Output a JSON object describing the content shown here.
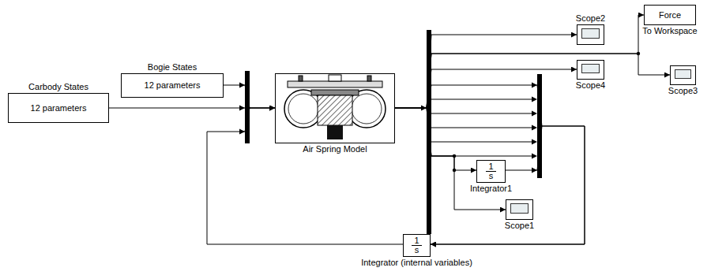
{
  "diagram": {
    "nodes": [
      {
        "text": [
          "Bogie States",
          "12 parameters"
        ]
      },
      {
        "text": [
          "Carbody States",
          "12 parameters"
        ]
      },
      {
        "text": [
          "Air Spring Model"
        ]
      },
      {
        "text": [
          "Scope2"
        ]
      },
      {
        "text": [
          "Force",
          "To Workspace"
        ]
      },
      {
        "text": [
          "Scope4"
        ]
      },
      {
        "text": [
          "Scope3"
        ]
      },
      {
        "text": [
          "1",
          "s",
          "Integrator1"
        ]
      },
      {
        "text": [
          "Scope1"
        ]
      },
      {
        "text": [
          "1",
          "s",
          "Integrator (internal variables)"
        ]
      }
    ],
    "edges": [
      {
        "from": 0,
        "to": 2,
        "arrow": "to"
      },
      {
        "from": 1,
        "to": 2,
        "arrow": "to"
      },
      {
        "from": 9,
        "to": 2,
        "arrow": "to"
      },
      {
        "from": 2,
        "to": 3,
        "arrow": "to"
      },
      {
        "from": 2,
        "to": 4,
        "arrow": "to"
      },
      {
        "from": 2,
        "to": 5,
        "arrow": "to"
      },
      {
        "from": 2,
        "to": 6,
        "arrow": "to"
      },
      {
        "from": 2,
        "to": 7,
        "arrow": "to"
      },
      {
        "from": 2,
        "to": 8,
        "arrow": "to"
      },
      {
        "from": 2,
        "to": 9,
        "arrow": "to"
      },
      {
        "from": 7,
        "to": 9,
        "arrow": "to"
      }
    ]
  }
}
